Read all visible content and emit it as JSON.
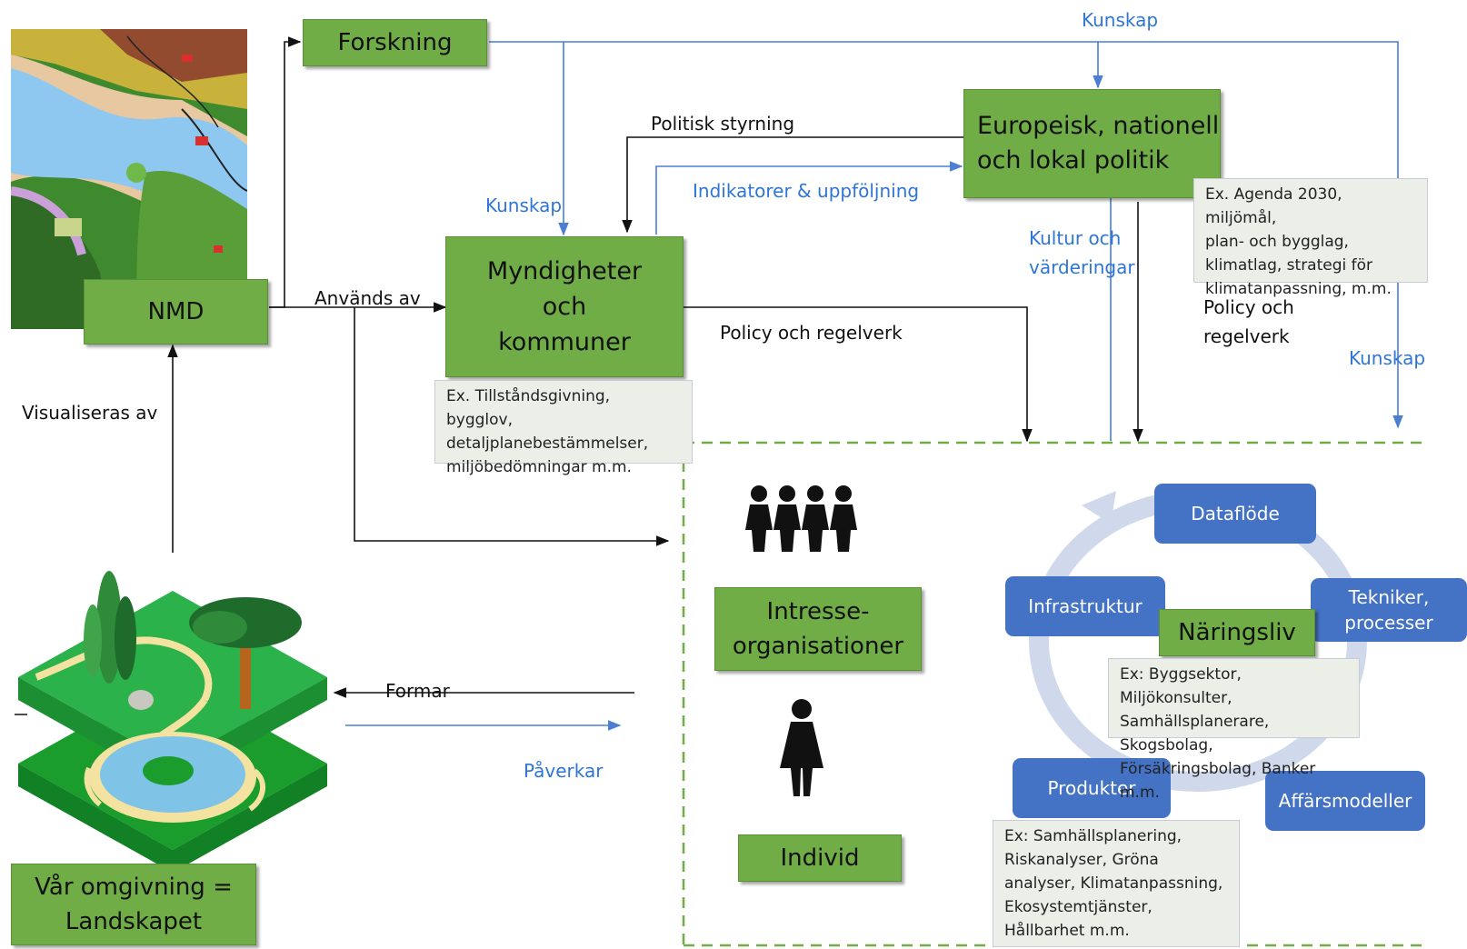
{
  "nodes": {
    "forskning": "Forskning",
    "nmd": "NMD",
    "politik": [
      "Europeisk, nationell",
      "och lokal politik"
    ],
    "myndigheter": [
      "Myndigheter",
      "och",
      "kommuner"
    ],
    "intresse": [
      "Intresse-",
      "organisationer"
    ],
    "individ": "Individ",
    "landskapet": [
      "Vår omgivning =",
      "Landskapet"
    ],
    "naringsliv": "Näringsliv"
  },
  "notes": {
    "politik": [
      "Ex. Agenda 2030, miljömål,",
      "plan- och bygglag,",
      "klimatlag, strategi för",
      "klimatanpassning, m.m."
    ],
    "myndigheter": [
      "Ex. Tillståndsgivning, bygglov,",
      "detaljplanebestämmelser,",
      "miljöbedömningar m.m."
    ],
    "naringsliv": [
      "Ex: Byggsektor, Miljökonsulter,",
      "Samhällsplanerare, Skogsbolag,",
      "Försäkringsbolag, Banker m.m."
    ],
    "produkter": [
      "Ex: Samhällsplanering,",
      "Riskanalyser, Gröna",
      "analyser, Klimatanpassning,",
      "Ekosystemtjänster,",
      "Hållbarhet  m.m."
    ]
  },
  "cycle": {
    "dataflode": "Dataflöde",
    "tekniker": [
      "Tekniker,",
      "processer"
    ],
    "affarsmodeller": "Affärsmodeller",
    "produkter": "Produkter",
    "infrastruktur": "Infrastruktur"
  },
  "edge_labels": {
    "kunskap_top": "Kunskap",
    "kunskap_left": "Kunskap",
    "kunskap_right": "Kunskap",
    "politisk_styrning": "Politisk styrning",
    "indikatorer": "Indikatorer & uppföljning",
    "kultur": [
      "Kultur och",
      "värderingar"
    ],
    "policy_regelverk_1": "Policy och regelverk",
    "policy_regelverk_2": [
      "Policy och",
      "regelverk"
    ],
    "anvands_av": "Används av",
    "visualiseras_av": "Visualiseras av",
    "formar": "Formar",
    "paverkar": "Påverkar"
  },
  "colors": {
    "green_box": "#70ad47",
    "blue_box": "#4472c4",
    "blue_arrow": "#4a7fd4",
    "black_arrow": "#111111",
    "dashed_border": "#70ad47",
    "cycle_ring": "#d0d8ec"
  },
  "icons": [
    "map-image",
    "people-group-icon",
    "person-icon",
    "landscape-image"
  ]
}
